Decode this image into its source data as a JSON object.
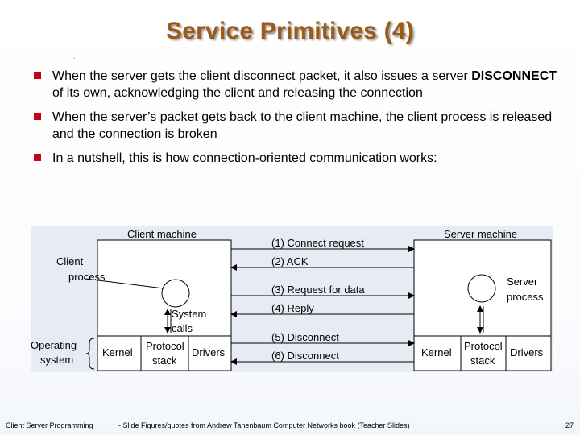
{
  "slide": {
    "title": "Service Primitives (4)",
    "bullets": [
      {
        "parts": [
          {
            "text": "When the server gets the client disconnect packet, it also issues a server ",
            "bold": false
          },
          {
            "text": "DISCONNECT",
            "bold": true
          },
          {
            "text": " of its own, acknowledging the client and releasing the connection",
            "bold": false
          }
        ]
      },
      {
        "parts": [
          {
            "text": "When the server’s packet gets back to the client machine, the client process is released and the connection is broken",
            "bold": false
          }
        ]
      },
      {
        "parts": [
          {
            "text": "In a nutshell, this is how connection-oriented communication works:",
            "bold": false
          }
        ]
      }
    ]
  },
  "diagram": {
    "client_machine": "Client machine",
    "server_machine": "Server machine",
    "client_process": [
      "Client",
      "process"
    ],
    "server_process": [
      "Server",
      "process"
    ],
    "system_calls": [
      "System",
      "calls"
    ],
    "operating_system": [
      "Operating",
      "system"
    ],
    "client_stack": {
      "kernel": "Kernel",
      "protocol": [
        "Protocol",
        "stack"
      ],
      "drivers": "Drivers"
    },
    "server_stack": {
      "kernel": "Kernel",
      "protocol": [
        "Protocol",
        "stack"
      ],
      "drivers": "Drivers"
    },
    "messages": [
      {
        "label": "(1) Connect request",
        "direction": "right"
      },
      {
        "label": "(2) ACK",
        "direction": "left"
      },
      {
        "label": "(3) Request for data",
        "direction": "right"
      },
      {
        "label": "(4) Reply",
        "direction": "left"
      },
      {
        "label": "(5) Disconnect",
        "direction": "right"
      },
      {
        "label": "(6) Disconnect",
        "direction": "left"
      }
    ]
  },
  "footer": {
    "left": "Client Server Programming",
    "center": "- Slide Figures/quotes from Andrew Tanenbaum Computer Networks book (Teacher Slides)",
    "page": "27"
  },
  "colors": {
    "title": "#9c5a16",
    "bullet_marker": "#c70018",
    "diagram_bg": "#e7ecf4"
  }
}
